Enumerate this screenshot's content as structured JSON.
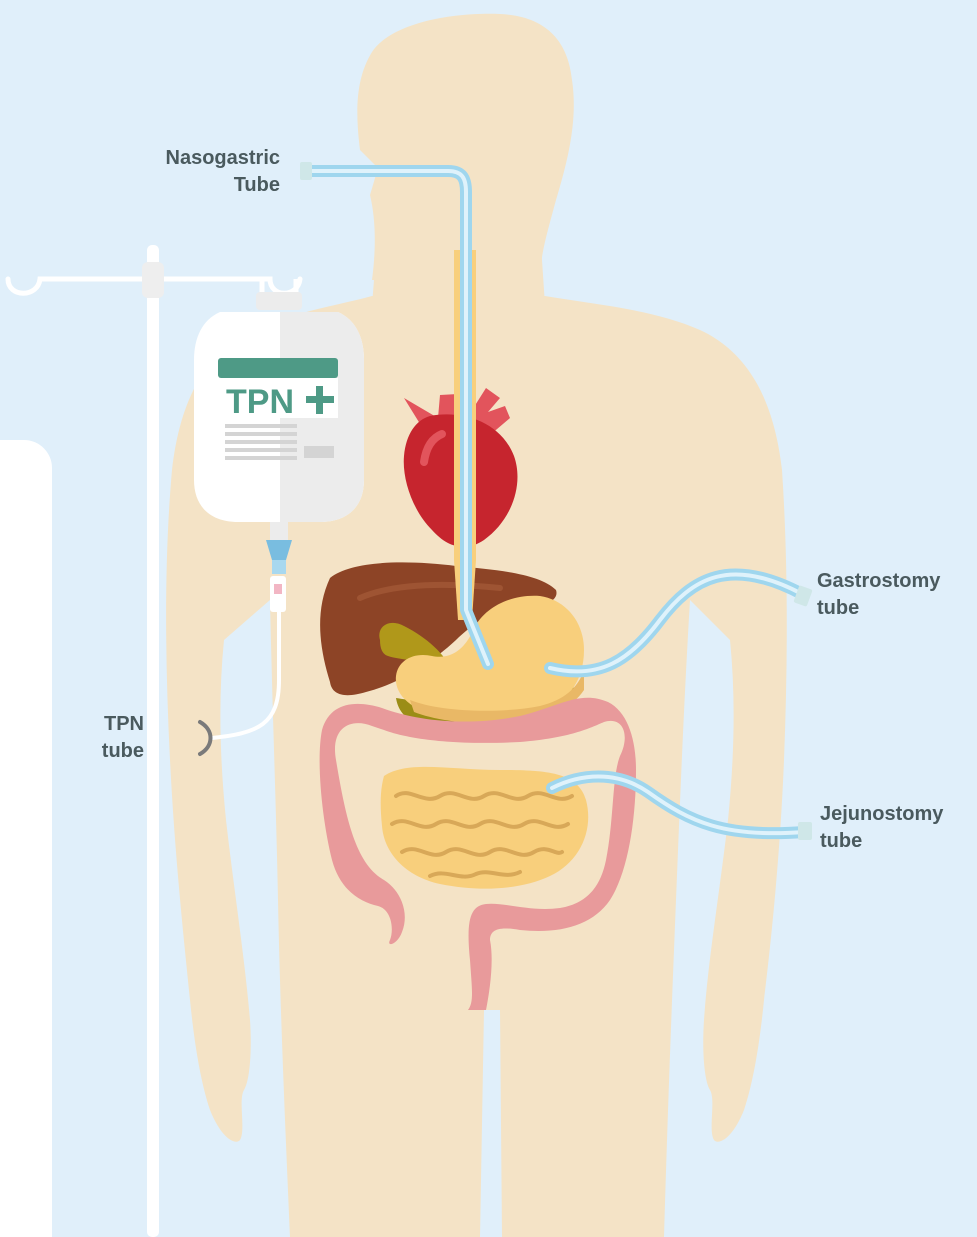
{
  "colors": {
    "background": "#e0effa",
    "panel": "#ffffff",
    "skin": "#f4e3c6",
    "skin_shadow": "#f8cf7c",
    "tube": "#9fd6ee",
    "tube_highlight": "#dff2fb",
    "heart": "#c6252e",
    "heart_vessels": "#e2545c",
    "liver": "#8d4426",
    "gallbladder": "#b0981a",
    "stomach": "#f8cf7c",
    "colon": "#e89a9b",
    "small_intestine": "#f8cf7c",
    "bag_header": "#4e9a86",
    "label_text": "#4a5a5e"
  },
  "labels": {
    "nasogastric": [
      "Nasogastric",
      "Tube"
    ],
    "tpn": [
      "TPN",
      "tube"
    ],
    "gastrostomy": [
      "Gastrostomy",
      "tube"
    ],
    "jejunostomy": [
      "Jejunostomy",
      "tube"
    ]
  },
  "bag": {
    "title": "TPN",
    "icon": "plus-icon"
  }
}
